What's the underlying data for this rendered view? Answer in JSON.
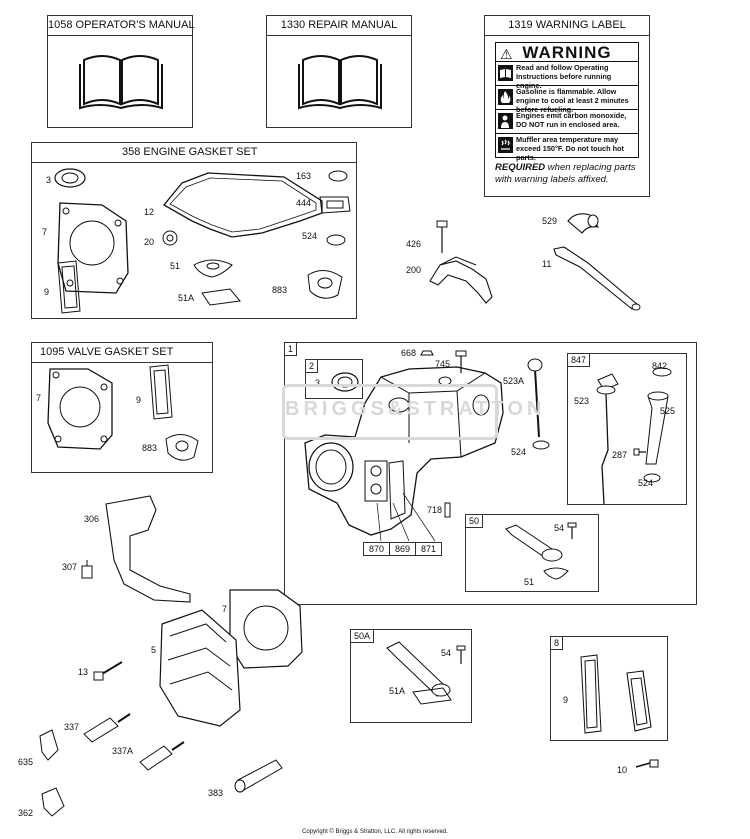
{
  "manuals": {
    "operator": "1058 OPERATOR'S MANUAL",
    "repair": "1330 REPAIR MANUAL"
  },
  "warning_label": {
    "title": "1319 WARNING LABEL",
    "heading": "WARNING",
    "lines": [
      "Read and follow Operating Instructions before running engine.",
      "Gasoline is flammable. Allow engine to cool at least 2 minutes before refueling.",
      "Engines emit carbon monoxide, DO NOT run in enclosed area.",
      "Muffler area temperature may exceed 150°F.  Do not touch hot parts."
    ],
    "required_bold": "REQUIRED",
    "required_rest": "when replacing parts with warning labels affixed."
  },
  "engine_gasket_set": {
    "title": "358 ENGINE GASKET SET",
    "parts": [
      "3",
      "7",
      "9",
      "12",
      "20",
      "51",
      "51A",
      "163",
      "444",
      "524",
      "883"
    ]
  },
  "valve_gasket_set": {
    "title": "1095 VALVE GASKET SET",
    "parts": [
      "7",
      "9",
      "883"
    ]
  },
  "block_assembly": {
    "tag": "1",
    "sub_tag": "2",
    "sub_part": "3",
    "parts": [
      "668",
      "745",
      "523A",
      "524",
      "718"
    ],
    "cells": [
      "870",
      "869",
      "871"
    ]
  },
  "dipstick_kit": {
    "tag": "847",
    "parts": [
      "842",
      "523",
      "525",
      "287",
      "524"
    ]
  },
  "breather_kit": {
    "tag": "50",
    "parts": [
      "54",
      "51"
    ]
  },
  "tube_kit": {
    "tag": "50A",
    "parts": [
      "54",
      "51A"
    ]
  },
  "cover_kit": {
    "tag": "8",
    "parts": [
      "9"
    ]
  },
  "loose_parts": {
    "p426": "426",
    "p200": "200",
    "p529": "529",
    "p11": "11",
    "p306": "306",
    "p307": "307",
    "p7": "7",
    "p5": "5",
    "p13": "13",
    "p337": "337",
    "p337A": "337A",
    "p635": "635",
    "p362": "362",
    "p383": "383",
    "p10": "10"
  },
  "watermark": "BRIGGS&STRATTON",
  "copyright": "Copyright © Briggs & Stratton, LLC. All rights reserved."
}
